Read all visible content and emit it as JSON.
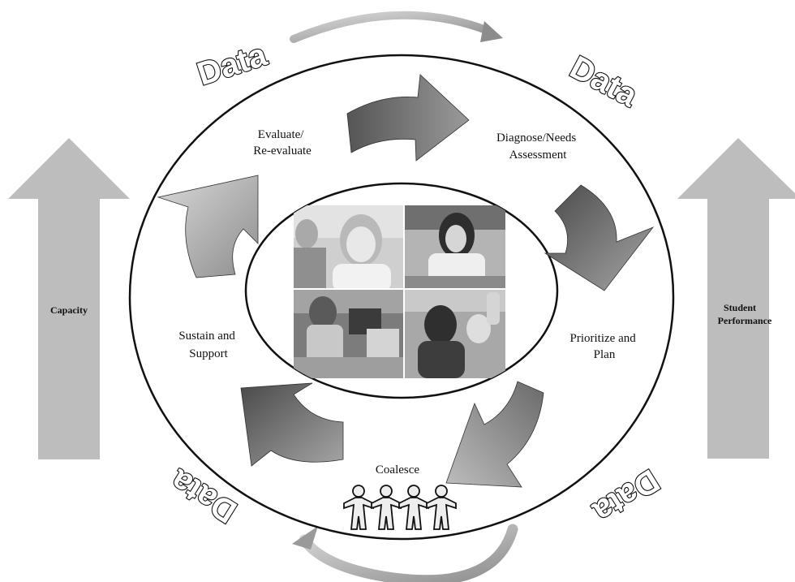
{
  "diagram": {
    "stages": {
      "evaluate": [
        "Evaluate/",
        "Re-evaluate"
      ],
      "diagnose": [
        "Diagnose/Needs",
        "Assessment"
      ],
      "prioritize": [
        "Prioritize and",
        "Plan"
      ],
      "coalesce": "Coalesce",
      "sustain": [
        "Sustain and",
        "Support"
      ]
    },
    "data_labels": [
      "Data",
      "Data",
      "Data",
      "Data"
    ],
    "left_arrow": "Capacity",
    "right_arrow": [
      "Student",
      "Performance"
    ]
  },
  "colors": {
    "arrow_dark": "#5f5f5f",
    "arrow_mid": "#8c8c8c",
    "arrow_light": "#b4b4b4",
    "side_arrow": "#bdbdbd",
    "outline": "#111111"
  },
  "images": [
    "girl-smiling-photo",
    "student-writing-photo",
    "students-computers-photo",
    "boy-raising-hand-photo"
  ]
}
